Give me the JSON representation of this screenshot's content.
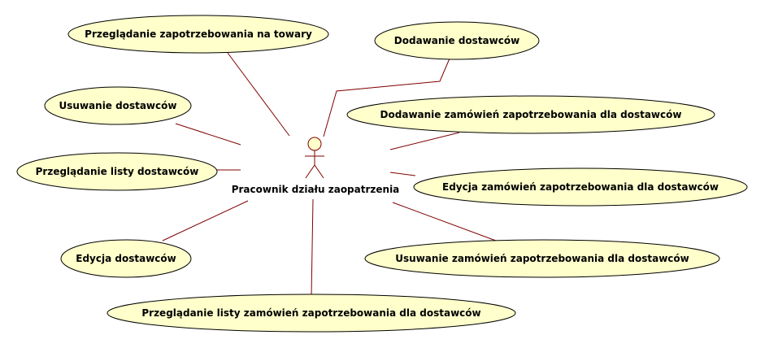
{
  "actor": {
    "name": "Pracownik działu zaopatrzenia",
    "icon": "stick-figure-actor"
  },
  "use_cases": [
    {
      "id": "przegladanie-zapotrzebowania",
      "label": "Przeglądanie zapotrzebowania na towary"
    },
    {
      "id": "dodawanie-dostawcow",
      "label": "Dodawanie dostawców"
    },
    {
      "id": "usuwanie-dostawcow",
      "label": "Usuwanie dostawców"
    },
    {
      "id": "dodawanie-zamowien",
      "label": "Dodawanie zamówień zapotrzebowania dla dostawców"
    },
    {
      "id": "przegladanie-listy-dostawcow",
      "label": "Przeglądanie listy dostawców"
    },
    {
      "id": "edycja-zamowien",
      "label": "Edycja zamówień zapotrzebowania dla dostawców"
    },
    {
      "id": "edycja-dostawcow",
      "label": "Edycja dostawców"
    },
    {
      "id": "usuwanie-zamowien",
      "label": "Usuwanie zamówień zapotrzebowania dla dostawców"
    },
    {
      "id": "przegladanie-listy-zamowien",
      "label": "Przeglądanie listy zamówień zapotrzebowania dla dostawców"
    }
  ],
  "colors": {
    "use_case_fill": "#ffffcc",
    "use_case_border": "#000000",
    "association_line": "#800000",
    "background": "#ffffff"
  }
}
